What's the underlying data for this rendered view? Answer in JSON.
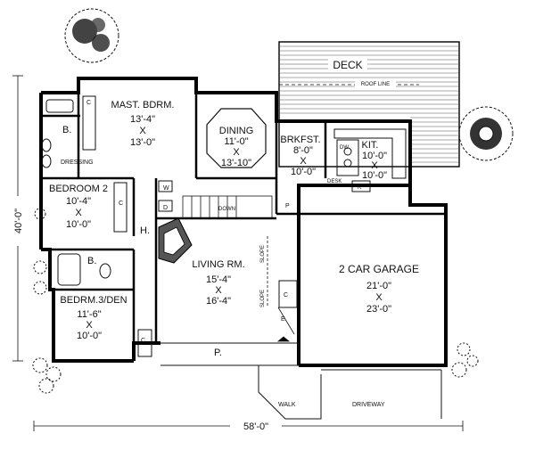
{
  "plan": {
    "overall_width_dim": "58'-0\"",
    "overall_depth_dim": "40'-0\"",
    "rooms": {
      "master_bedroom": {
        "name": "MAST. BDRM.",
        "width": "13'-4\"",
        "x": "X",
        "depth": "13'-0\""
      },
      "dining": {
        "name": "DINING",
        "width": "11'-0\"",
        "x": "X",
        "depth": "13'-10\""
      },
      "breakfast": {
        "name": "BRKFST.",
        "width": "8'-0\"",
        "x": "X",
        "depth": "10'-0\""
      },
      "kitchen": {
        "name": "KIT.",
        "width": "10'-0\"",
        "x": "X",
        "depth": "10'-0\""
      },
      "bedroom2": {
        "name": "BEDROOM 2",
        "width": "10'-4\"",
        "x": "X",
        "depth": "10'-0\""
      },
      "living": {
        "name": "LIVING RM.",
        "width": "15'-4\"",
        "x": "X",
        "depth": "16'-4\""
      },
      "garage": {
        "name": "2 CAR GARAGE",
        "width": "21'-0\"",
        "x": "X",
        "depth": "23'-0\""
      },
      "bedroom3": {
        "name": "BEDRM.3/DEN",
        "width": "11'-6\"",
        "x": "X",
        "depth": "10'-0\""
      }
    },
    "labels": {
      "deck": "DECK",
      "roof_line": "ROOF LINE",
      "dressing": "DRESSING",
      "bath_master": "B.",
      "bath_hall": "B.",
      "hall": "H.",
      "closet": "C",
      "washer": "W",
      "dryer": "D",
      "down": "DOWN",
      "pantry": "P",
      "desk": "DESK",
      "dishwasher": "DW",
      "refrigerator": "R",
      "slope": "SLOPE",
      "entry": "E",
      "porch": "P.",
      "walk": "WALK",
      "driveway": "DRIVEWAY"
    }
  }
}
